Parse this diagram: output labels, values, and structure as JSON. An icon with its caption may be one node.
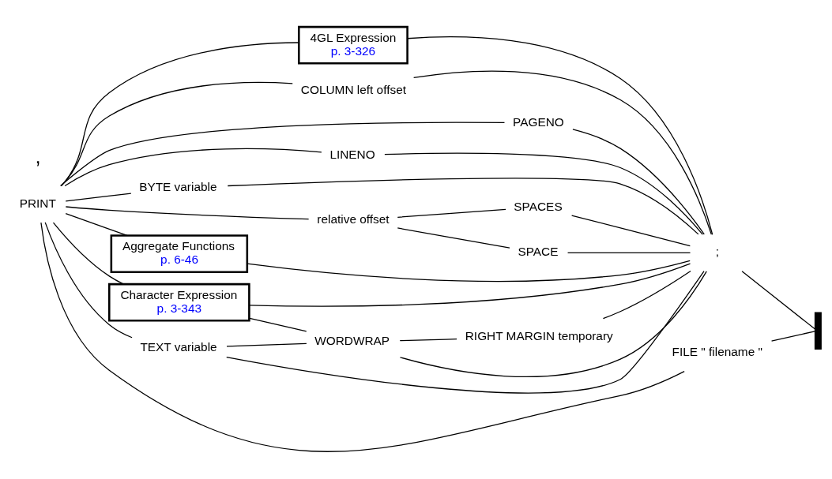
{
  "diagram": {
    "nodes": [
      {
        "text": [
          "PRINT"
        ]
      },
      {
        "text": [
          "4GL Expression",
          "p. 3-326"
        ]
      },
      {
        "text": [
          "COLUMN left offset"
        ]
      },
      {
        "text": [
          "PAGENO"
        ]
      },
      {
        "text": [
          "LINENO"
        ]
      },
      {
        "text": [
          "BYTE variable"
        ]
      },
      {
        "text": [
          "relative offset"
        ]
      },
      {
        "text": [
          "SPACE"
        ]
      },
      {
        "text": [
          "SPACES"
        ]
      },
      {
        "text": [
          "Aggregate Functions",
          "p. 6-46"
        ]
      },
      {
        "text": [
          "Character Expression",
          "p. 3-343"
        ]
      },
      {
        "text": [
          "TEXT variable"
        ]
      },
      {
        "text": [
          "WORDWRAP"
        ]
      },
      {
        "text": [
          "RIGHT MARGIN temporary"
        ]
      },
      {
        "text": [
          "FILE \" filename \""
        ]
      },
      {
        "text": [
          ";"
        ]
      },
      {
        "text": [],
        "shape": "bar"
      }
    ],
    "edges": [
      {
        "from": 0,
        "to": 1,
        "arrow": "none"
      },
      {
        "from": 0,
        "to": 2,
        "arrow": "none"
      },
      {
        "from": 0,
        "to": 3,
        "arrow": "none"
      },
      {
        "from": 0,
        "to": 4,
        "arrow": "none"
      },
      {
        "from": 0,
        "to": 5,
        "arrow": "none"
      },
      {
        "from": 0,
        "to": 6,
        "arrow": "none"
      },
      {
        "from": 0,
        "to": 9,
        "arrow": "none"
      },
      {
        "from": 0,
        "to": 10,
        "arrow": "none"
      },
      {
        "from": 0,
        "to": 11,
        "arrow": "none"
      },
      {
        "from": 0,
        "to": 14,
        "arrow": "none"
      },
      {
        "from": 6,
        "to": 7,
        "arrow": "none"
      },
      {
        "from": 6,
        "to": 8,
        "arrow": "none"
      },
      {
        "from": 10,
        "to": 12,
        "arrow": "none"
      },
      {
        "from": 11,
        "to": 12,
        "arrow": "none"
      },
      {
        "from": 12,
        "to": 13,
        "arrow": "none"
      },
      {
        "from": 1,
        "to": 15,
        "arrow": "none"
      },
      {
        "from": 2,
        "to": 15,
        "arrow": "none"
      },
      {
        "from": 3,
        "to": 15,
        "arrow": "none"
      },
      {
        "from": 4,
        "to": 15,
        "arrow": "none"
      },
      {
        "from": 5,
        "to": 15,
        "arrow": "none"
      },
      {
        "from": 7,
        "to": 15,
        "arrow": "none"
      },
      {
        "from": 8,
        "to": 15,
        "arrow": "none"
      },
      {
        "from": 9,
        "to": 15,
        "arrow": "none"
      },
      {
        "from": 10,
        "to": 15,
        "arrow": "none"
      },
      {
        "from": 11,
        "to": 15,
        "arrow": "none"
      },
      {
        "from": 12,
        "to": 15,
        "arrow": "none"
      },
      {
        "from": 13,
        "to": 15,
        "arrow": "none"
      },
      {
        "from": 15,
        "to": 16,
        "arrow": "none"
      },
      {
        "from": 14,
        "to": 16,
        "arrow": "none"
      }
    ],
    "labels": [
      ","
    ]
  }
}
